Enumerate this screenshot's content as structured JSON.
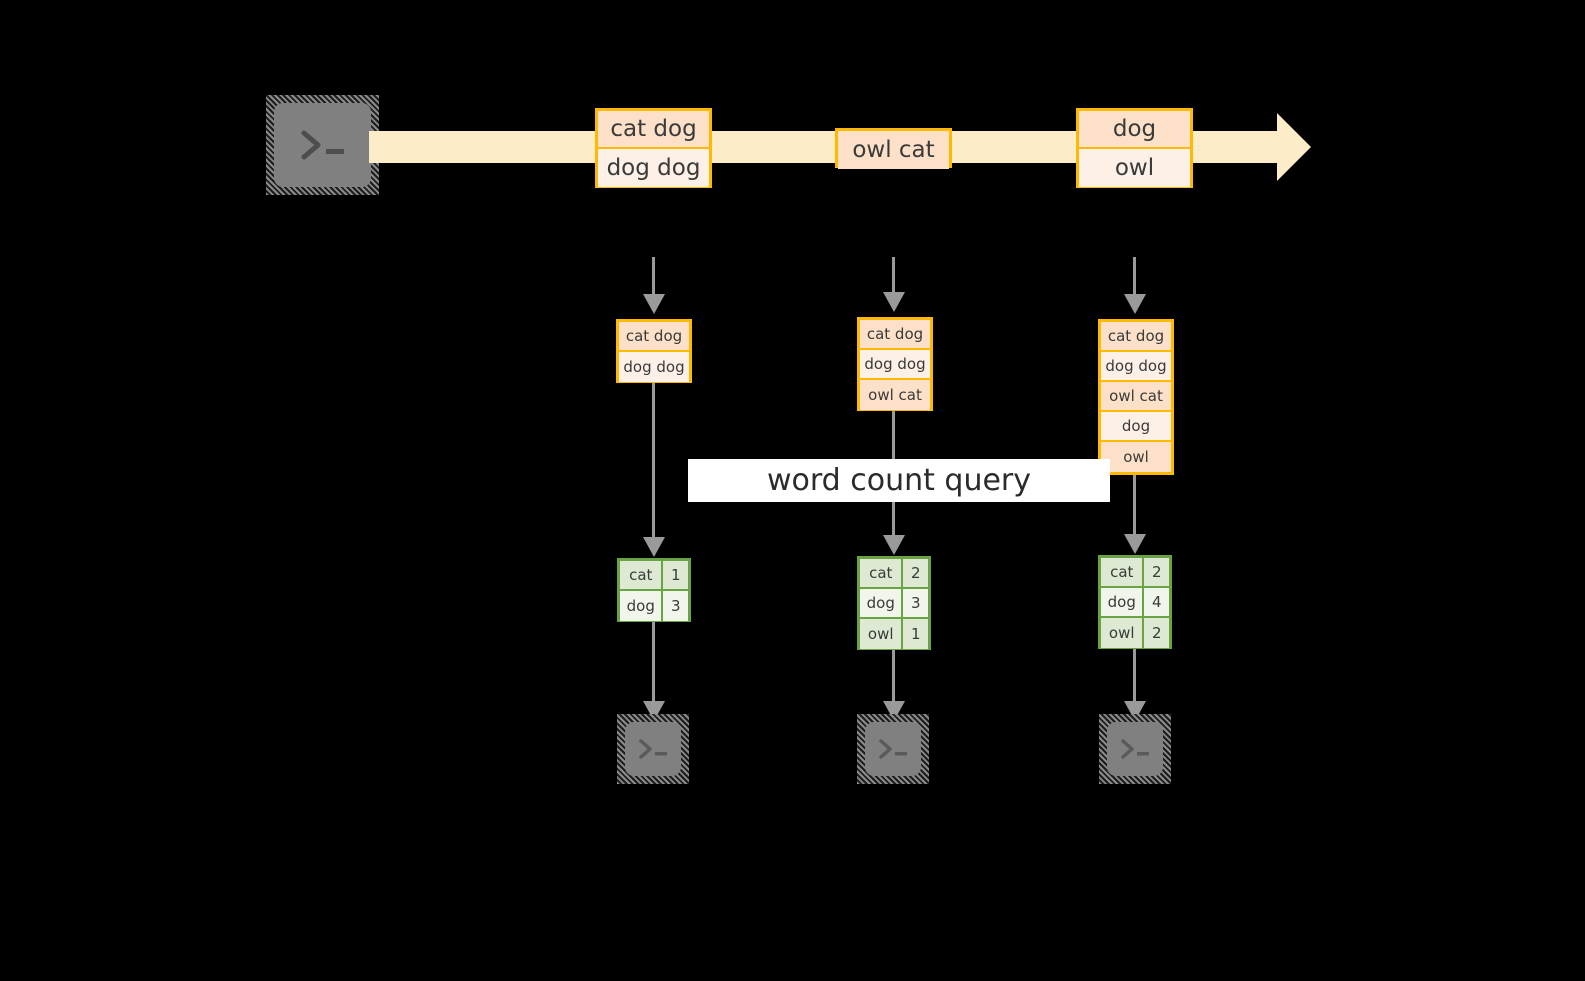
{
  "diagram": {
    "title_banner": "word count query",
    "colors": {
      "stream": "#fdecc8",
      "record_border": "#ffb900",
      "record_fill_a": "#fce0c8",
      "record_fill_b": "#fdf0e6",
      "result_border": "#6aa442",
      "result_fill_a": "#dde9d2",
      "result_fill_b": "#f1f6ec",
      "arrow": "#9a9a9a",
      "terminal_body": "#808080",
      "background": "#000000",
      "banner_bg": "#ffffff"
    },
    "source_terminal": {
      "glyph": "terminal-prompt-icon"
    },
    "stream_records": [
      {
        "name": "stream-record-1",
        "lines": [
          "cat dog",
          "dog dog"
        ]
      },
      {
        "name": "stream-record-2",
        "lines": [
          "owl cat"
        ]
      },
      {
        "name": "stream-record-3",
        "lines": [
          "dog",
          "owl"
        ]
      }
    ],
    "snapshots": [
      {
        "name": "snapshot-1",
        "records": [
          "cat dog",
          "dog dog"
        ],
        "results": [
          {
            "word": "cat",
            "count": "1"
          },
          {
            "word": "dog",
            "count": "3"
          }
        ],
        "sink_terminal": {
          "glyph": "terminal-prompt-icon"
        }
      },
      {
        "name": "snapshot-2",
        "records": [
          "cat dog",
          "dog dog",
          "owl cat"
        ],
        "results": [
          {
            "word": "cat",
            "count": "2"
          },
          {
            "word": "dog",
            "count": "3"
          },
          {
            "word": "owl",
            "count": "1"
          }
        ],
        "sink_terminal": {
          "glyph": "terminal-prompt-icon"
        }
      },
      {
        "name": "snapshot-3",
        "records": [
          "cat dog",
          "dog dog",
          "owl cat",
          "dog",
          "owl"
        ],
        "results": [
          {
            "word": "cat",
            "count": "2"
          },
          {
            "word": "dog",
            "count": "4"
          },
          {
            "word": "owl",
            "count": "2"
          }
        ],
        "sink_terminal": {
          "glyph": "terminal-prompt-icon"
        }
      }
    ]
  }
}
